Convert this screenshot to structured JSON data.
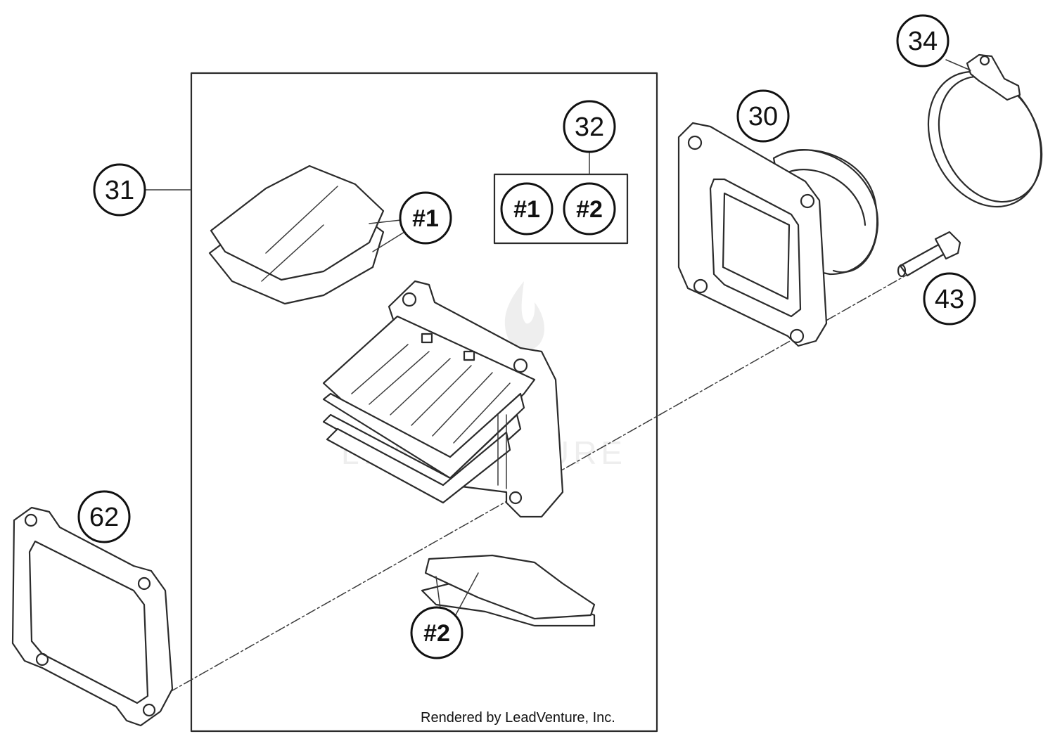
{
  "callouts": {
    "c31": "31",
    "c32": "32",
    "c30": "30",
    "c34": "34",
    "c43": "43",
    "c62": "62",
    "reed1": "#1",
    "reed2": "#2",
    "kit1": "#1",
    "kit2": "#2"
  },
  "watermark": {
    "text": "LEADVENTURE",
    "icon": "flame-logo-icon"
  },
  "credit": "Rendered by LeadVenture, Inc.",
  "colors": {
    "line": "#2b2b2b",
    "background": "#ffffff",
    "watermark": "#eeeeee"
  }
}
